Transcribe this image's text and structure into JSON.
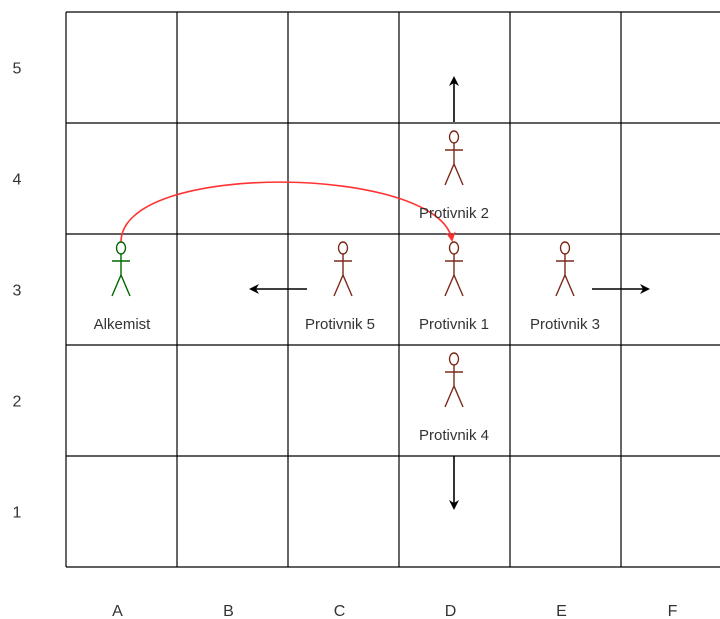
{
  "grid": {
    "columns": [
      "A",
      "B",
      "C",
      "D",
      "E",
      "F"
    ],
    "rows": [
      "5",
      "4",
      "3",
      "2",
      "1"
    ],
    "line_color": "#000000"
  },
  "figures": [
    {
      "id": "alkemist",
      "label": "Alkemist",
      "col": "A",
      "row": "3",
      "color": "#006600"
    },
    {
      "id": "protivnik-1",
      "label": "Protivnik 1",
      "col": "D",
      "row": "3",
      "color": "#7a2a1a"
    },
    {
      "id": "protivnik-2",
      "label": "Protivnik 2",
      "col": "D",
      "row": "4",
      "color": "#7a2a1a"
    },
    {
      "id": "protivnik-3",
      "label": "Protivnik 3",
      "col": "E",
      "row": "3",
      "color": "#7a2a1a"
    },
    {
      "id": "protivnik-4",
      "label": "Protivnik 4",
      "col": "D",
      "row": "2",
      "color": "#7a2a1a"
    },
    {
      "id": "protivnik-5",
      "label": "Protivnik 5",
      "col": "C",
      "row": "3",
      "color": "#7a2a1a"
    }
  ],
  "arrows": [
    {
      "id": "protivnik-2-move",
      "direction": "up",
      "color": "#000000"
    },
    {
      "id": "protivnik-3-move",
      "direction": "right",
      "color": "#000000"
    },
    {
      "id": "protivnik-4-move",
      "direction": "down",
      "color": "#000000"
    },
    {
      "id": "protivnik-5-move",
      "direction": "left",
      "color": "#000000"
    },
    {
      "id": "alkemist-jump",
      "from": "A3",
      "to": "D3",
      "color": "#ff3333"
    }
  ]
}
